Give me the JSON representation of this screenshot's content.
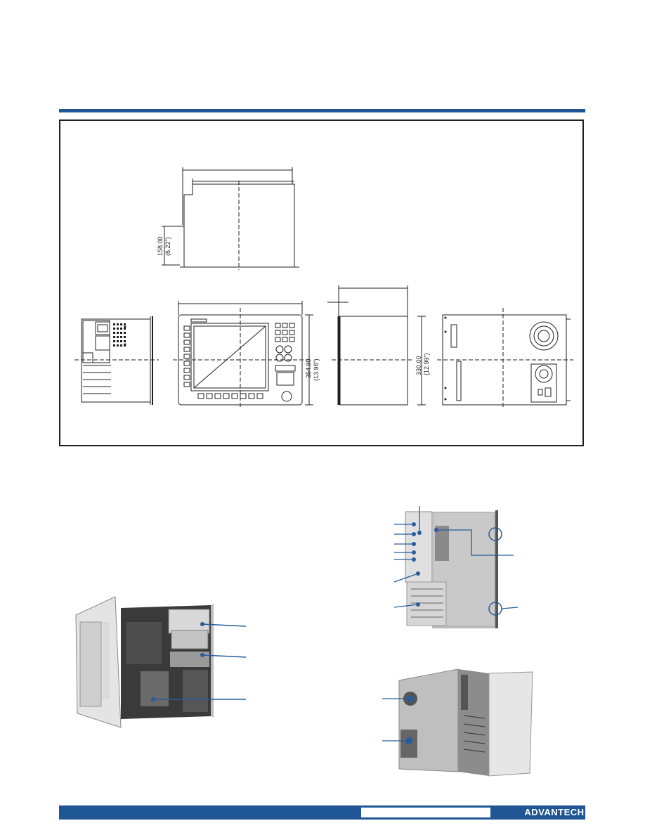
{
  "dimensions": {
    "depth_mm": "158.00",
    "depth_in": "(6.22\")",
    "height_mm": "354.80",
    "height_in": "(13.96\")",
    "side_mm": "330.00",
    "side_in": "(12.99\")"
  },
  "footer": {
    "brand": "ADVANTECH"
  },
  "colors": {
    "accent": "#1f5796",
    "line": "#1f1f1f",
    "callout": "#2a5b9c"
  }
}
